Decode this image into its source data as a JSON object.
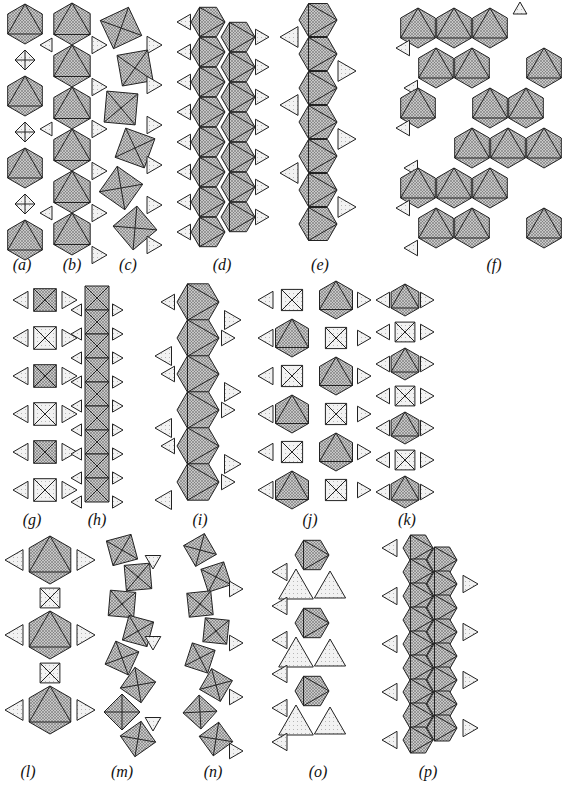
{
  "diagram": {
    "labels": [
      "(a)",
      "(b)",
      "(c)",
      "(d)",
      "(e)",
      "(f)",
      "(g)",
      "(h)",
      "(i)",
      "(j)",
      "(k)",
      "(l)",
      "(m)",
      "(n)",
      "(o)",
      "(p)"
    ]
  }
}
